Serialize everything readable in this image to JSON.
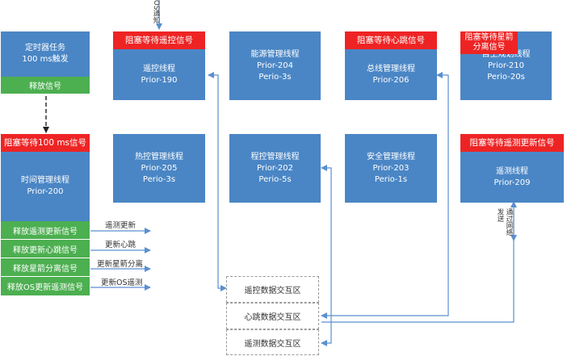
{
  "os_notify_label": "OS通知",
  "timer_task": {
    "line1": "定时器任务",
    "line2": "100 ms触发"
  },
  "release_signal": "释放信号",
  "time_mgmt": {
    "block_label": "阻塞等待100 ms信号",
    "line1": "时间管理线程",
    "line2": "Prior-200"
  },
  "release_items": [
    "释放遥测更新信号",
    "释放更新心跳信号",
    "释放星箭分离信号",
    "释放OS更新遥测信号"
  ],
  "release_arrow_labels": [
    "遥测更新",
    "更新心跳",
    "更新星箭分离",
    "更新OS遥测"
  ],
  "threads": {
    "remote_control": {
      "block_label": "阻塞等待遥控信号",
      "line1": "遥控线程",
      "line2": "Prior-190"
    },
    "energy": {
      "line1": "能源管理线程",
      "line2": "Prior-204",
      "line3": "Perio-3s"
    },
    "bus": {
      "block_label": "阻塞等待心跳信号",
      "line1": "总线管理线程",
      "line2": "Prior-206"
    },
    "autonomous": {
      "block_label": "阻塞等待星箭分离信号",
      "line1": "自主规划线程",
      "line2": "Prior-210",
      "line3": "Perio-20s"
    },
    "thermal": {
      "line1": "热控管理线程",
      "line2": "Prior-205",
      "line3": "Perio-3s"
    },
    "program_control": {
      "line1": "程控管理线程",
      "line2": "Prior-202",
      "line3": "Perio-5s"
    },
    "safety": {
      "line1": "安全管理线程",
      "line2": "Prior-203",
      "line3": "Perio-1s"
    },
    "telemetry": {
      "block_label": "阻塞等待遥测更新信号",
      "line1": "遥测线程",
      "line2": "Prior-209"
    }
  },
  "network_label": "通过网络发送",
  "exchange_areas": [
    "遥控数据交互区",
    "心跳数据交互区",
    "遥测数据交互区"
  ],
  "colors": {
    "thread_box": "#4a86c5",
    "block_signal": "#ee2424",
    "release_signal": "#4caf50",
    "arrow": "#5b8fd0"
  }
}
